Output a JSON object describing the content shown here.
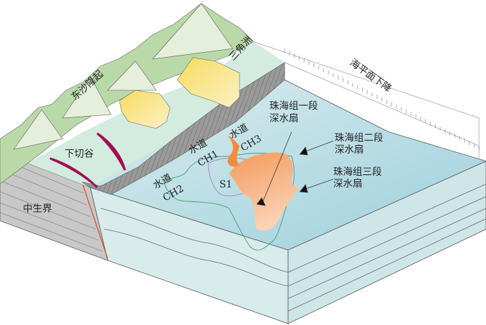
{
  "labels": {
    "uplift": "东沙隆起",
    "delta": "三角洲",
    "sea_level": "海平面下降",
    "incised_valley": "下切谷",
    "mesozoic": "中生界",
    "fan1_line1": "珠海组一段",
    "fan1_line2": "深水扇",
    "fan2_line1": "珠海组二段",
    "fan2_line2": "深水扇",
    "fan3_line1": "珠海组三段",
    "fan3_line2": "深水扇",
    "ch1_a": "水道",
    "ch1_b": "CH1",
    "ch2_a": "水道",
    "ch2_b": "CH2",
    "ch3_a": "水道",
    "ch3_b": "CH3",
    "s1": "S1"
  },
  "colors": {
    "mountain": "#b9d9a8",
    "shelf": "#d4ebe0",
    "sea": "#cfe6ea",
    "sea_deep": "#9fd0de",
    "escarpment": "#9a9a9a",
    "mesozoic": "#c8c8c8",
    "delta": "#f7e79a",
    "fan": "#f4b07a",
    "valley": "#e0207a"
  }
}
